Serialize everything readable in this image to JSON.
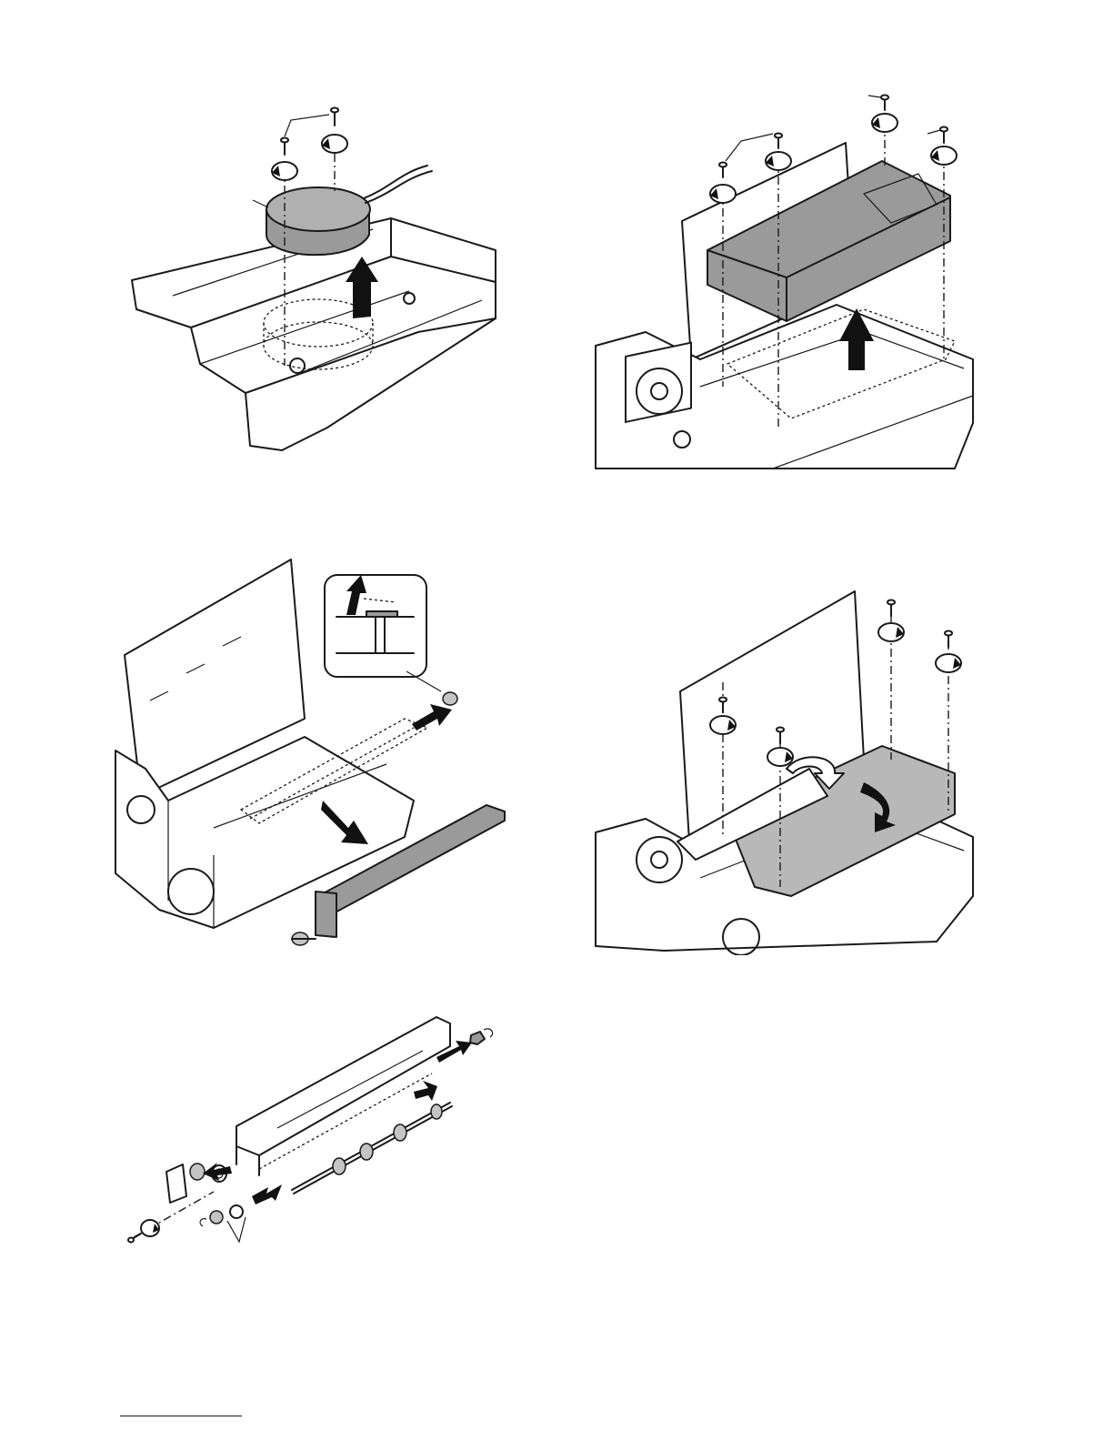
{
  "document": {
    "figures": [
      {
        "id": "fig-motor-removal",
        "icons": [
          "screw-icon",
          "rotate-ccw-icon",
          "lift-arrow-icon"
        ]
      },
      {
        "id": "fig-cover-removal",
        "icons": [
          "screw-icon",
          "rotate-ccw-icon",
          "lift-arrow-icon"
        ]
      },
      {
        "id": "fig-guide-removal",
        "icons": [
          "latch-detail-icon",
          "slide-arrow-icon",
          "gear-icon"
        ]
      },
      {
        "id": "fig-cover-install",
        "icons": [
          "screw-icon",
          "rotate-cw-icon",
          "rotate-arrow-icon"
        ]
      },
      {
        "id": "fig-roller-disassembly",
        "icons": [
          "roller-icon",
          "bushing-icon",
          "e-ring-icon",
          "gear-icon"
        ]
      }
    ]
  }
}
